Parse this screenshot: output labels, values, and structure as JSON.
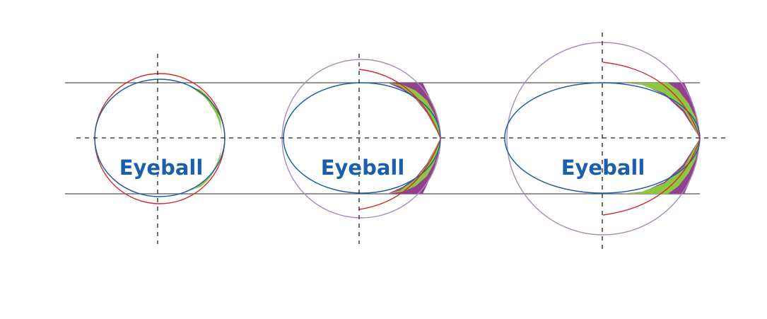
{
  "colors": {
    "background": "#ffffff",
    "guide_line": "#555555",
    "axis_dash": "#222222",
    "eyeball_outline": "#1f5fa8",
    "label": "#1a5fad",
    "red_curve": "#d42b2b",
    "outer_circle": "#a98bb8",
    "green_fill": "#8dc63f",
    "purple_fill": "#93408f"
  },
  "eyeballs": [
    {
      "label": "Eyeball"
    },
    {
      "label": "Eyeball"
    },
    {
      "label": "Eyeball"
    }
  ]
}
